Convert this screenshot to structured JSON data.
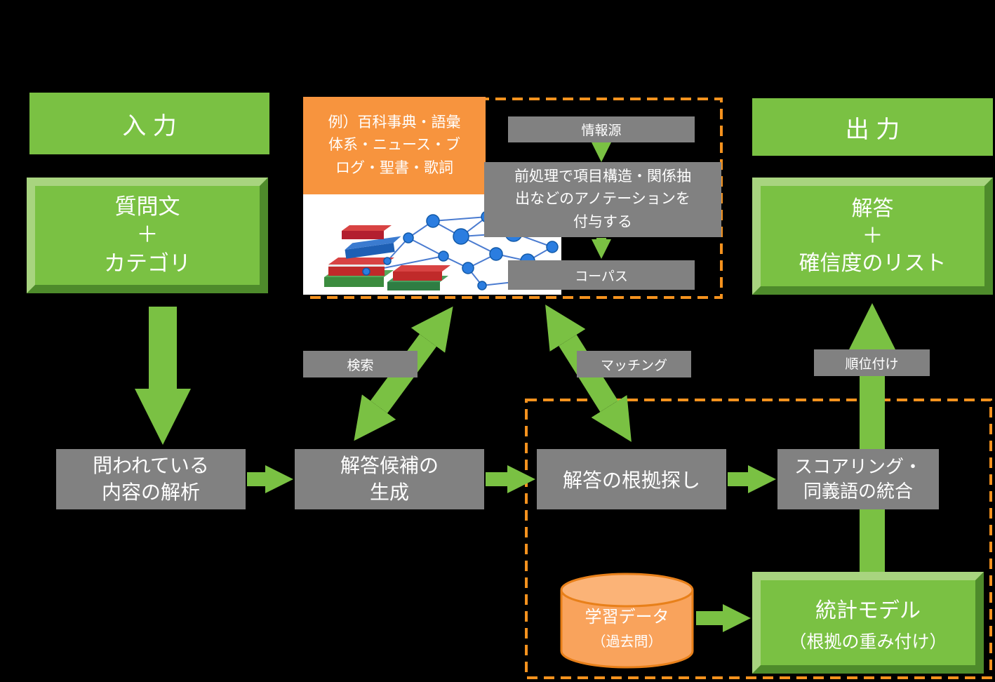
{
  "colors": {
    "background": "#000000",
    "green": "#7AC143",
    "green_light": "#A8D47F",
    "green_dark": "#4E8B2B",
    "gray": "#818181",
    "orange": "#F5921E",
    "white": "#FFFFFF"
  },
  "input": {
    "header": "入 力",
    "box": "質問文\n＋\nカテゴリ"
  },
  "output": {
    "header": "出 力",
    "box": "解答\n＋\n確信度のリスト"
  },
  "knowledge": {
    "example": "例）百科事典・語彙\n体系・ニュース・ブ\nログ・聖書・歌詞",
    "source": "情報源",
    "preprocess": "前処理で項目構造・関係抽\n出などのアノテーションを\n付与する",
    "corpus": "コーパス"
  },
  "pipeline": {
    "analyze": "問われている\n内容の解析",
    "generate": "解答候補の\n生成",
    "evidence": "解答の根拠探し",
    "scoring": "スコアリング・\n同義語の統合"
  },
  "labels": {
    "search": "検索",
    "matching": "マッチング",
    "ranking": "順位付け"
  },
  "training": {
    "data_line1": "学習データ",
    "data_line2": "（過去問）",
    "model_line1": "統計モデル",
    "model_line2": "（根拠の重み付け）"
  }
}
